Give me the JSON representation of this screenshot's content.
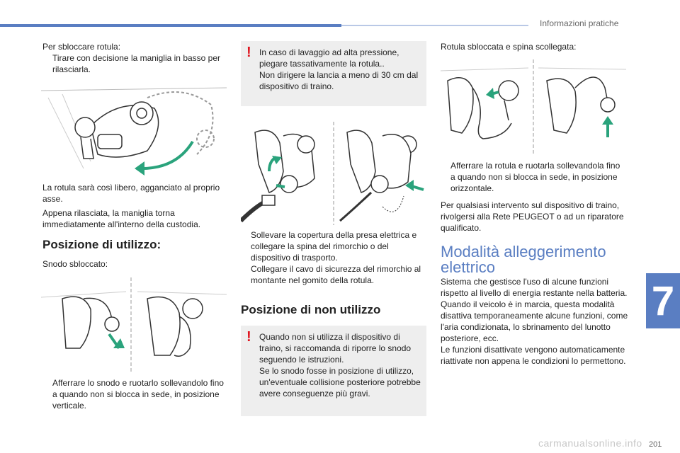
{
  "header": {
    "section": "Informazioni pratiche"
  },
  "chapter_number": "7",
  "page_number": "201",
  "watermark": "carmanualsonline.info",
  "col1": {
    "unlock_title": "Per sbloccare rotula:",
    "unlock_bullet": "Tirare con decisione la maniglia in basso per rilasciarla.",
    "after_unlock_1": "La rotula sarà così libero, agganciato al proprio asse.",
    "after_unlock_2": "Appena rilasciata, la maniglia torna immediatamente all'interno della custodia.",
    "heading_use": "Posizione di utilizzo:",
    "unlocked_label": "Snodo sbloccato:",
    "use_bullet": "Afferrare lo snodo e ruotarlo sollevandolo fino a quando non si blocca in sede, in posizione verticale."
  },
  "col2": {
    "warning_wash": "In caso di lavaggio ad alta pressione, piegare tassativamente la rotula..\nNon dirigere la lancia a meno di 30 cm dal dispositivo di traino.",
    "bullet_socket": "Sollevare la copertura della presa elettrica e collegare la spina del rimorchio o del dispositivo di trasporto.",
    "bullet_cable": "Collegare il cavo di sicurezza del rimorchio al montante nel gomito della rotula.",
    "heading_nonuse": "Posizione di non utilizzo",
    "warning_nonuse": "Quando non si utilizza il dispositivo di traino, si raccomanda di riporre lo snodo seguendo le istruzioni.\nSe lo snodo fosse in posizione di utilizzo, un'eventuale collisione posteriore potrebbe avere conseguenze più gravi."
  },
  "col3": {
    "released_label": "Rotula sbloccata e spina scollegata:",
    "bullet_rotate": "Afferrare la rotula e ruotarla sollevandola fino a quando non si blocca in sede, in posizione orizzontale.",
    "service_text": "Per qualsiasi intervento sul dispositivo di traino, rivolgersi alla Rete PEUGEOT o ad un riparatore qualificato.",
    "heading_eco": "Modalità alleggerimento elettrico",
    "eco_text": "Sistema che gestisce l'uso di alcune funzioni rispetto al livello di energia restante nella batteria.\nQuando il veicolo è in marcia, questa modalità disattiva temporaneamente alcune funzioni, come l'aria condizionata, lo sbrinamento del lunotto posteriore, ecc.\nLe funzioni disattivate vengono automaticamente riattivate non appena le condizioni lo permettono."
  },
  "bullet_glyph": "",
  "warning_glyph": "!",
  "colors": {
    "accent": "#5a7ec2",
    "arrow": "#2aa37c",
    "warning": "#e0141e",
    "box": "#eeeeee"
  }
}
